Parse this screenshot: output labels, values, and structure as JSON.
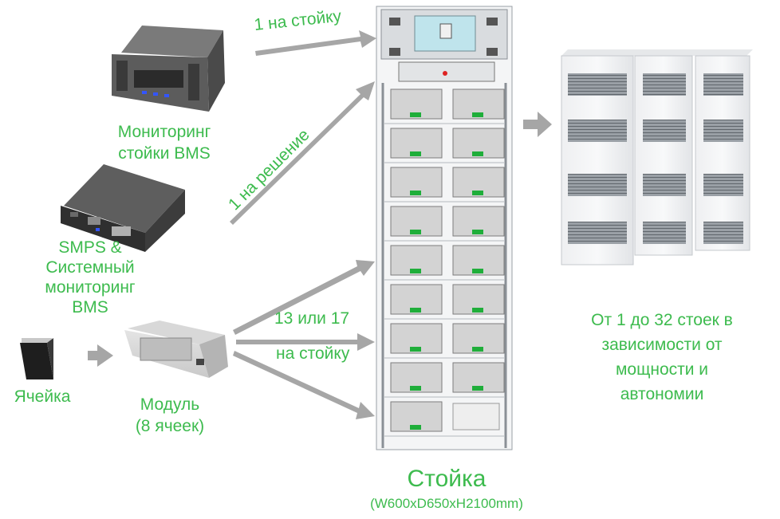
{
  "colors": {
    "accent_green": "#3dbb4e",
    "arrow_gray": "#a6a6a6"
  },
  "labels": {
    "bms_rack": [
      "Мониторинг",
      "стойки BMS"
    ],
    "smps": [
      "SMPS &",
      "Системный",
      "мониторинг",
      "BMS"
    ],
    "cell": "Ячейка",
    "module": [
      "Модуль",
      "(8 ячеек)"
    ],
    "per_rack": "1 на стойку",
    "per_solution": "1 на решение",
    "count_a": "13 или 17",
    "count_b": "на стойку",
    "rack_title": "Стойка",
    "rack_dims": "(W600xD650xH2100mm)",
    "racks_range": [
      "От 1 до 32 стоек в",
      "зависимости от",
      "мощности и",
      "автономии"
    ]
  },
  "icons": [
    "bms-unit-icon",
    "smps-unit-icon",
    "cell-icon",
    "module-icon",
    "rack-icon",
    "cabinet-icon"
  ]
}
